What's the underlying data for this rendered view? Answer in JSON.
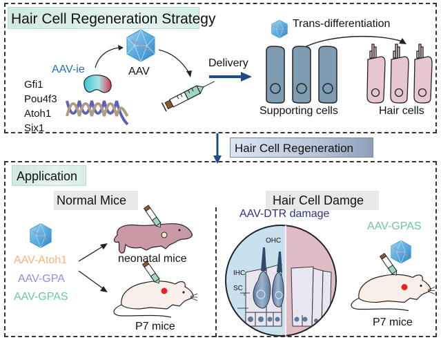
{
  "strategy": {
    "title": "Hair Cell Regeneration Strategy",
    "vector_label": "AAV-ie",
    "genes": [
      "Gfi1",
      "Pou4f3",
      "Atoh1",
      "Six1"
    ],
    "aav_label": "AAV",
    "delivery_label": "Delivery",
    "transdiff_label": "Trans-differentiation",
    "supporting_cells_label": "Supporting cells",
    "hair_cells_label": "Hair cells"
  },
  "transition": {
    "label": "Hair Cell Regeneration"
  },
  "application": {
    "title": "Application",
    "normal": {
      "title": "Normal Mice",
      "vectors": [
        "AAV-Atoh1",
        "AAV-GPA",
        "AAV-GPAS"
      ],
      "neonatal_label": "neonatal mice",
      "p7_label": "P7 mice"
    },
    "damage": {
      "title": "Hair Cell Damge",
      "damage_label": "AAV-DTR damage",
      "ohc_label": "OHC",
      "ihc_label": "IHC",
      "sc_label": "SC",
      "vector_label": "AAV-GPAS",
      "p7_label": "P7 mice"
    }
  },
  "colors": {
    "aav_ie": "#1f6fb5",
    "atoh1": "#f5b27a",
    "gpa": "#8b8ef0",
    "gpas": "#6cc5a7",
    "dtr": "#2e2f8f",
    "supporting_cell": "#7e9db3",
    "hair_cell": "#e6c6d1",
    "arrow_blue": "#1d4c86"
  }
}
